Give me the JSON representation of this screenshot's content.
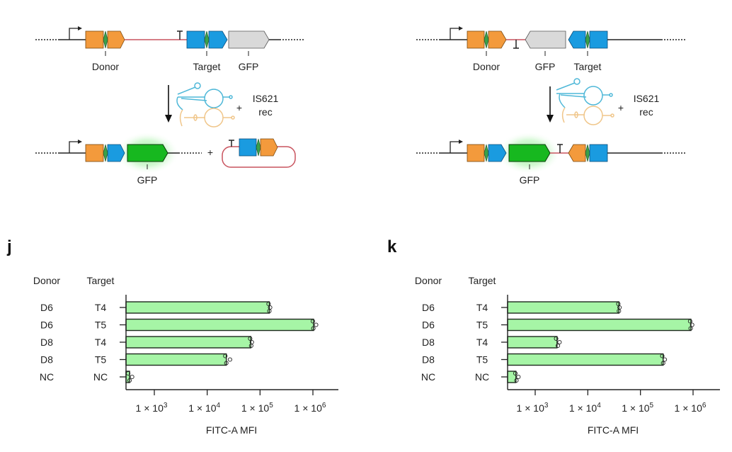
{
  "colors": {
    "donor": "#f39a3c",
    "target": "#1a9be0",
    "gfp_off": "#d9d9d9",
    "gfp_on": "#17b81f",
    "site": "#3aa04a",
    "linker": "#c9545f",
    "rna_blue": "#4fb8d8",
    "rna_orange": "#f0c68a",
    "bar_fill": "#a6f5a6",
    "bar_stroke": "#1e2a1e"
  },
  "diagrams": [
    {
      "id": "left",
      "top_labels": {
        "donor": "Donor",
        "target": "Target",
        "gfp": "GFP"
      },
      "reagent_label_1": "IS621",
      "reagent_label_2": "rec",
      "plus": "+",
      "product_label": "GFP",
      "product_plus": "+"
    },
    {
      "id": "right",
      "top_labels": {
        "donor": "Donor",
        "gfp": "GFP",
        "target": "Target"
      },
      "reagent_label_1": "IS621",
      "reagent_label_2": "rec",
      "plus": "+",
      "product_label": "GFP"
    }
  ],
  "chart_data": [
    {
      "type": "bar",
      "orientation": "horizontal",
      "panel_label": "j",
      "column_headers": [
        "Donor",
        "Target"
      ],
      "categories": [
        {
          "donor": "D6",
          "target": "T4"
        },
        {
          "donor": "D6",
          "target": "T5"
        },
        {
          "donor": "D8",
          "target": "T4"
        },
        {
          "donor": "D8",
          "target": "T5"
        },
        {
          "donor": "NC",
          "target": "NC"
        }
      ],
      "values": [
        150000,
        1030000,
        67000,
        23000,
        340
      ],
      "replicates": [
        [
          145000,
          155000,
          150000
        ],
        [
          1000000,
          1150000,
          1020000
        ],
        [
          65000,
          70000,
          68000
        ],
        [
          22000,
          27000,
          23000
        ],
        [
          320,
          380,
          340
        ]
      ],
      "xscale": "log",
      "xlim": [
        290,
        3000000
      ],
      "xticks": [
        1000,
        10000,
        100000,
        1000000
      ],
      "xtick_labels": [
        {
          "base": "1 × 10",
          "exp": "3"
        },
        {
          "base": "1 × 10",
          "exp": "4"
        },
        {
          "base": "1 × 10",
          "exp": "5"
        },
        {
          "base": "1 × 10",
          "exp": "6"
        }
      ],
      "xlabel": "FITC-A MFI",
      "ylabel": "",
      "grid": false
    },
    {
      "type": "bar",
      "orientation": "horizontal",
      "panel_label": "k",
      "column_headers": [
        "Donor",
        "Target"
      ],
      "categories": [
        {
          "donor": "D6",
          "target": "T4"
        },
        {
          "donor": "D6",
          "target": "T5"
        },
        {
          "donor": "D8",
          "target": "T4"
        },
        {
          "donor": "D8",
          "target": "T5"
        },
        {
          "donor": "NC",
          "target": "NC"
        }
      ],
      "values": [
        39000,
        910000,
        2600,
        270000,
        430
      ],
      "replicates": [
        [
          38000,
          40000,
          39000
        ],
        [
          880000,
          960000,
          900000
        ],
        [
          2500,
          2900,
          2700
        ],
        [
          260000,
          290000,
          270000
        ],
        [
          420,
          480,
          440
        ]
      ],
      "xscale": "log",
      "xlim": [
        290,
        3000000
      ],
      "xticks": [
        1000,
        10000,
        100000,
        1000000
      ],
      "xtick_labels": [
        {
          "base": "1 × 10",
          "exp": "3"
        },
        {
          "base": "1 × 10",
          "exp": "4"
        },
        {
          "base": "1 × 10",
          "exp": "5"
        },
        {
          "base": "1 × 10",
          "exp": "6"
        }
      ],
      "xlabel": "FITC-A MFI",
      "ylabel": "",
      "grid": false
    }
  ]
}
